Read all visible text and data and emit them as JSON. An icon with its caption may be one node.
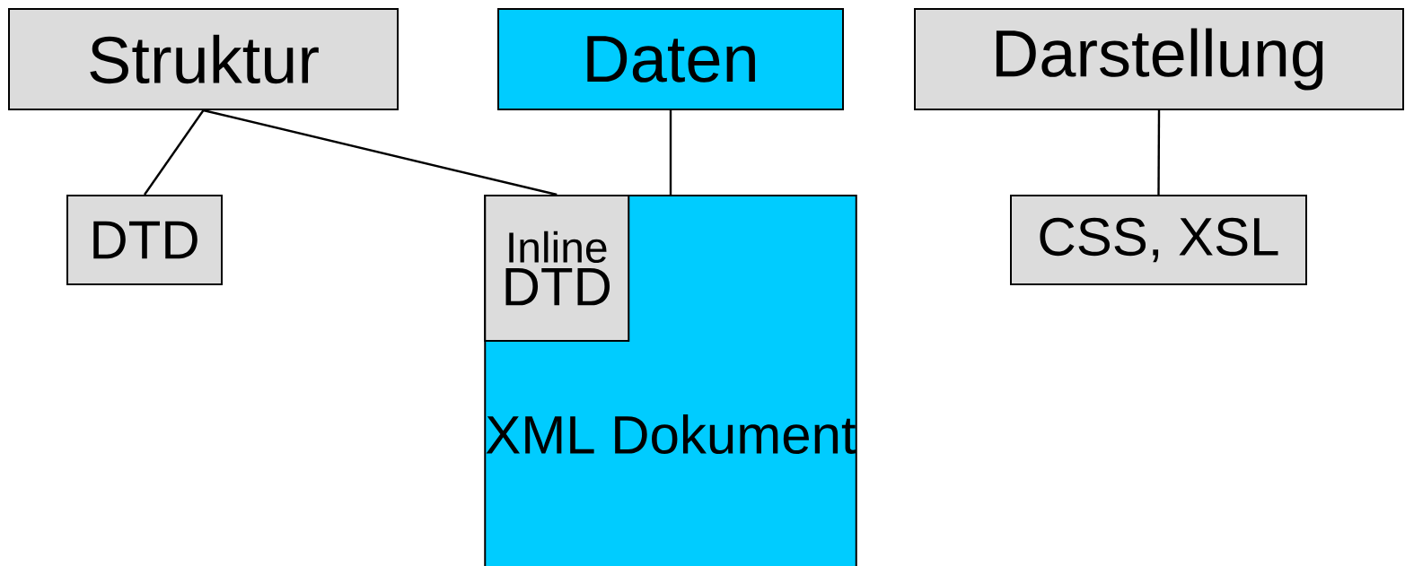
{
  "diagram": {
    "nodes": [
      {
        "text": [
          "Struktur"
        ]
      },
      {
        "text": [
          "Daten"
        ]
      },
      {
        "text": [
          "Darstellung"
        ]
      },
      {
        "text": [
          "DTD"
        ]
      },
      {
        "text": [
          "XML Dokument"
        ]
      },
      {
        "text": [
          "Inline",
          "DTD"
        ],
        "in": 4
      },
      {
        "text": [
          "CSS, XSL"
        ]
      }
    ],
    "edges": [
      {
        "from": 0,
        "to": 3,
        "arrow": "none"
      },
      {
        "from": 0,
        "to": 5,
        "arrow": "none"
      },
      {
        "from": 1,
        "to": 4,
        "arrow": "none"
      },
      {
        "from": 2,
        "to": 6,
        "arrow": "none"
      }
    ]
  }
}
